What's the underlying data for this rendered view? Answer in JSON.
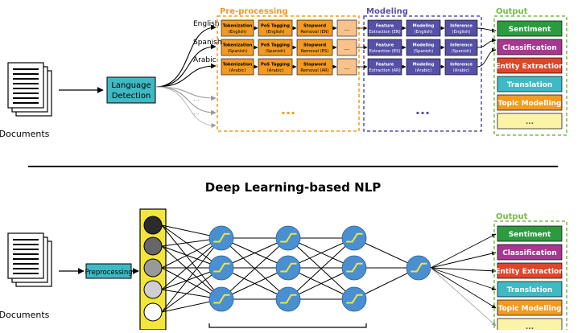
{
  "documents_label": "Documents",
  "language_detection": [
    "Language",
    "Detection"
  ],
  "languages": [
    "English",
    "Spanish",
    "Arabic",
    "...",
    "..."
  ],
  "preprocessing": {
    "title": "Pre-processing",
    "rows": [
      [
        [
          "Tokenization",
          "(English)"
        ],
        [
          "PoS Tagging",
          "(English)"
        ],
        [
          "Stopword",
          "Removal (EN)"
        ],
        "..."
      ],
      [
        [
          "Tokenization",
          "(Spanish)"
        ],
        [
          "PoS Tagging",
          "(Spanish)"
        ],
        [
          "Stopword",
          "Removal (ES)"
        ],
        "..."
      ],
      [
        [
          "Tokenization",
          "(Arabic)"
        ],
        [
          "PoS Tagging",
          "(Arabic)"
        ],
        [
          "Stopword",
          "Removal (AR)"
        ],
        "..."
      ]
    ],
    "ellipsis": "..."
  },
  "modeling": {
    "title": "Modeling",
    "rows": [
      [
        [
          "Feature",
          "Extraction (EN)"
        ],
        [
          "Modeling",
          "(English)"
        ],
        [
          "Inference",
          "(English)"
        ]
      ],
      [
        [
          "Feature",
          "Extraction (ES)"
        ],
        [
          "Modeling",
          "(Spanish)"
        ],
        [
          "Inference",
          "(Spanish)"
        ]
      ],
      [
        [
          "Feature",
          "Extraction (AR)"
        ],
        [
          "Modeling",
          "(Arabic)"
        ],
        [
          "Inference",
          "(Arabic)"
        ]
      ]
    ],
    "ellipsis": "..."
  },
  "output": {
    "title": "Output",
    "items": [
      {
        "label": "Sentiment",
        "color": "#2e9a3f"
      },
      {
        "label": "Classification",
        "color": "#a6388f"
      },
      {
        "label": "Entity Extraction",
        "color": "#e0452a"
      },
      {
        "label": "Translation",
        "color": "#3fb9c3"
      },
      {
        "label": "Topic Modelling",
        "color": "#f39a1f"
      },
      {
        "label": "...",
        "color": "#fbf3a6"
      }
    ]
  },
  "deep_title": "Deep Learning-based NLP",
  "preprocessing_box": "Preprocessing",
  "colors": {
    "orange": "#f39a1f",
    "orange_light": "#f8c28a",
    "purple": "#5650a8",
    "teal": "#3fb9c3",
    "green_dash": "#78bc43",
    "neuron": "#4a8fd0",
    "input_bar": "#f2e63a"
  }
}
